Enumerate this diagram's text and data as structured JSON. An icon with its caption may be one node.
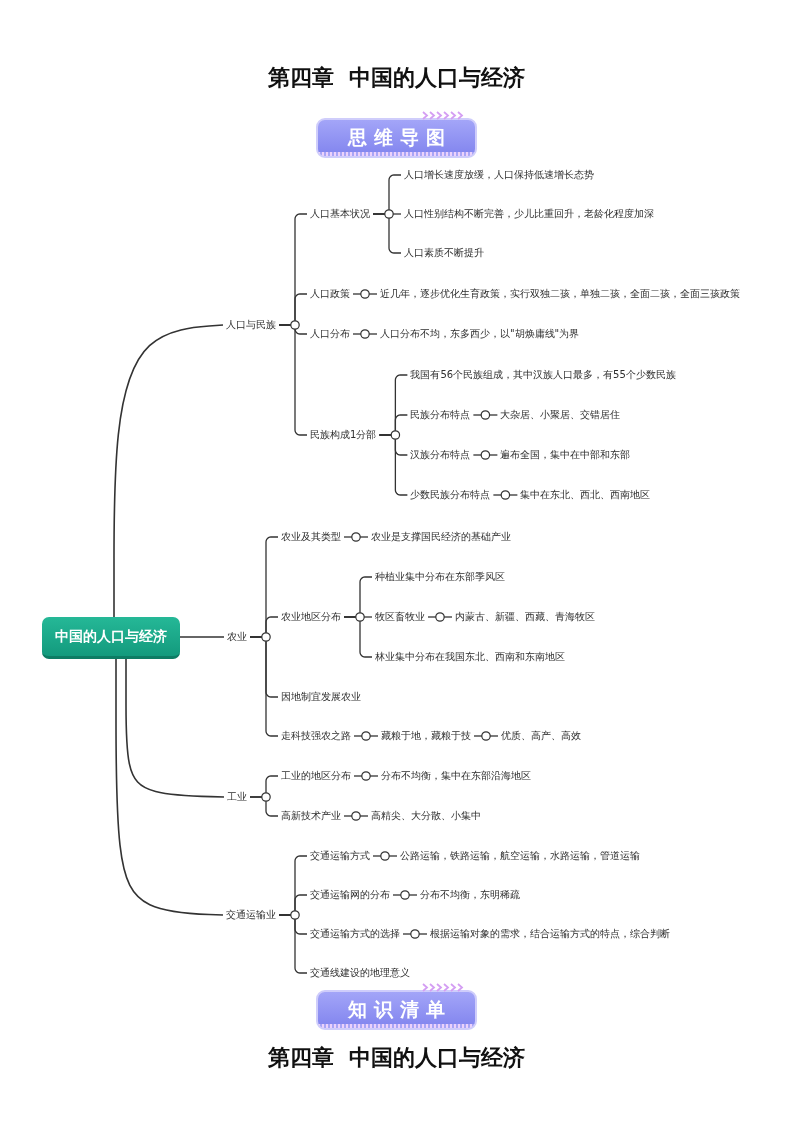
{
  "diagram": {
    "title": "第四章  中国的人口与经济",
    "nodes": [
      {
        "text": [
          "思维导图"
        ]
      },
      {
        "text": [
          "中国的人口与经济"
        ]
      },
      {
        "text": [
          "人口与民族"
        ]
      },
      {
        "text": [
          "人口基本状况"
        ]
      },
      {
        "text": [
          "人口增长速度放缓，人口保持低速增长态势"
        ]
      },
      {
        "text": [
          "人口性别结构不断完善，少儿比重回升，老龄化程度加深"
        ]
      },
      {
        "text": [
          "人口素质不断提升"
        ]
      },
      {
        "text": [
          "人口政策"
        ]
      },
      {
        "text": [
          "近几年，逐步优化生育政策，实行双独二孩，单独二孩，全面二孩，全面三孩政策"
        ]
      },
      {
        "text": [
          "人口分布"
        ]
      },
      {
        "text": [
          "人口分布不均，东多西少，以\"胡焕庸线\"为界"
        ]
      },
      {
        "text": [
          "民族构成1分部"
        ]
      },
      {
        "text": [
          "我国有56个民族组成，其中汉族人口最多，有55个少数民族"
        ]
      },
      {
        "text": [
          "民族分布特点"
        ]
      },
      {
        "text": [
          "大杂居、小聚居、交错居住"
        ]
      },
      {
        "text": [
          "汉族分布特点"
        ]
      },
      {
        "text": [
          "遍布全国，集中在中部和东部"
        ]
      },
      {
        "text": [
          "少数民族分布特点"
        ]
      },
      {
        "text": [
          "集中在东北、西北、西南地区"
        ]
      },
      {
        "text": [
          "农业"
        ]
      },
      {
        "text": [
          "农业及其类型"
        ]
      },
      {
        "text": [
          "农业是支撑国民经济的基础产业"
        ]
      },
      {
        "text": [
          "农业地区分布"
        ]
      },
      {
        "text": [
          "种植业集中分布在东部季风区"
        ]
      },
      {
        "text": [
          "牧区畜牧业"
        ]
      },
      {
        "text": [
          "内蒙古、新疆、西藏、青海牧区"
        ]
      },
      {
        "text": [
          "林业集中分布在我国东北、西南和东南地区"
        ]
      },
      {
        "text": [
          "因地制宜发展农业"
        ]
      },
      {
        "text": [
          "走科技强农之路"
        ]
      },
      {
        "text": [
          "藏粮于地，藏粮于技"
        ]
      },
      {
        "text": [
          "优质、高产、高效"
        ]
      },
      {
        "text": [
          "工业"
        ]
      },
      {
        "text": [
          "工业的地区分布"
        ]
      },
      {
        "text": [
          "分布不均衡，集中在东部沿海地区"
        ]
      },
      {
        "text": [
          "高新技术产业"
        ]
      },
      {
        "text": [
          "高精尖、大分散、小集中"
        ]
      },
      {
        "text": [
          "交通运输业"
        ]
      },
      {
        "text": [
          "交通运输方式"
        ]
      },
      {
        "text": [
          "公路运输，铁路运输，航空运输，水路运输，管道运输"
        ]
      },
      {
        "text": [
          "交通运输网的分布"
        ]
      },
      {
        "text": [
          "分布不均衡，东明稀疏"
        ]
      },
      {
        "text": [
          "交通运输方式的选择"
        ]
      },
      {
        "text": [
          "根据运输对象的需求，结合运输方式的特点，综合判断"
        ]
      },
      {
        "text": [
          "交通线建设的地理意义"
        ]
      },
      {
        "text": [
          "知识清单"
        ]
      }
    ],
    "edges": [
      {
        "from": 1,
        "to": 2,
        "arrow": "none"
      },
      {
        "from": 1,
        "to": 19,
        "arrow": "none"
      },
      {
        "from": 1,
        "to": 31,
        "arrow": "none"
      },
      {
        "from": 1,
        "to": 36,
        "arrow": "none"
      },
      {
        "from": 2,
        "to": 3,
        "arrow": "none"
      },
      {
        "from": 2,
        "to": 7,
        "arrow": "none"
      },
      {
        "from": 2,
        "to": 9,
        "arrow": "none"
      },
      {
        "from": 2,
        "to": 11,
        "arrow": "none"
      },
      {
        "from": 3,
        "to": 4,
        "arrow": "none"
      },
      {
        "from": 3,
        "to": 5,
        "arrow": "none"
      },
      {
        "from": 3,
        "to": 6,
        "arrow": "none"
      },
      {
        "from": 7,
        "to": 8,
        "arrow": "none"
      },
      {
        "from": 9,
        "to": 10,
        "arrow": "none"
      },
      {
        "from": 11,
        "to": 12,
        "arrow": "none"
      },
      {
        "from": 11,
        "to": 13,
        "arrow": "none"
      },
      {
        "from": 11,
        "to": 15,
        "arrow": "none"
      },
      {
        "from": 11,
        "to": 17,
        "arrow": "none"
      },
      {
        "from": 13,
        "to": 14,
        "arrow": "none"
      },
      {
        "from": 15,
        "to": 16,
        "arrow": "none"
      },
      {
        "from": 17,
        "to": 18,
        "arrow": "none"
      },
      {
        "from": 19,
        "to": 20,
        "arrow": "none"
      },
      {
        "from": 19,
        "to": 22,
        "arrow": "none"
      },
      {
        "from": 19,
        "to": 27,
        "arrow": "none"
      },
      {
        "from": 19,
        "to": 28,
        "arrow": "none"
      },
      {
        "from": 20,
        "to": 21,
        "arrow": "none"
      },
      {
        "from": 22,
        "to": 23,
        "arrow": "none"
      },
      {
        "from": 22,
        "to": 24,
        "arrow": "none"
      },
      {
        "from": 22,
        "to": 26,
        "arrow": "none"
      },
      {
        "from": 24,
        "to": 25,
        "arrow": "none"
      },
      {
        "from": 28,
        "to": 29,
        "arrow": "none"
      },
      {
        "from": 29,
        "to": 30,
        "arrow": "none"
      },
      {
        "from": 31,
        "to": 32,
        "arrow": "none"
      },
      {
        "from": 31,
        "to": 34,
        "arrow": "none"
      },
      {
        "from": 32,
        "to": 33,
        "arrow": "none"
      },
      {
        "from": 34,
        "to": 35,
        "arrow": "none"
      },
      {
        "from": 36,
        "to": 37,
        "arrow": "none"
      },
      {
        "from": 36,
        "to": 39,
        "arrow": "none"
      },
      {
        "from": 36,
        "to": 41,
        "arrow": "none"
      },
      {
        "from": 36,
        "to": 43,
        "arrow": "none"
      },
      {
        "from": 37,
        "to": 38,
        "arrow": "none"
      },
      {
        "from": 39,
        "to": 40,
        "arrow": "none"
      },
      {
        "from": 41,
        "to": 42,
        "arrow": "none"
      }
    ],
    "labels": [
      "第四章  中国的人口与经济"
    ]
  }
}
